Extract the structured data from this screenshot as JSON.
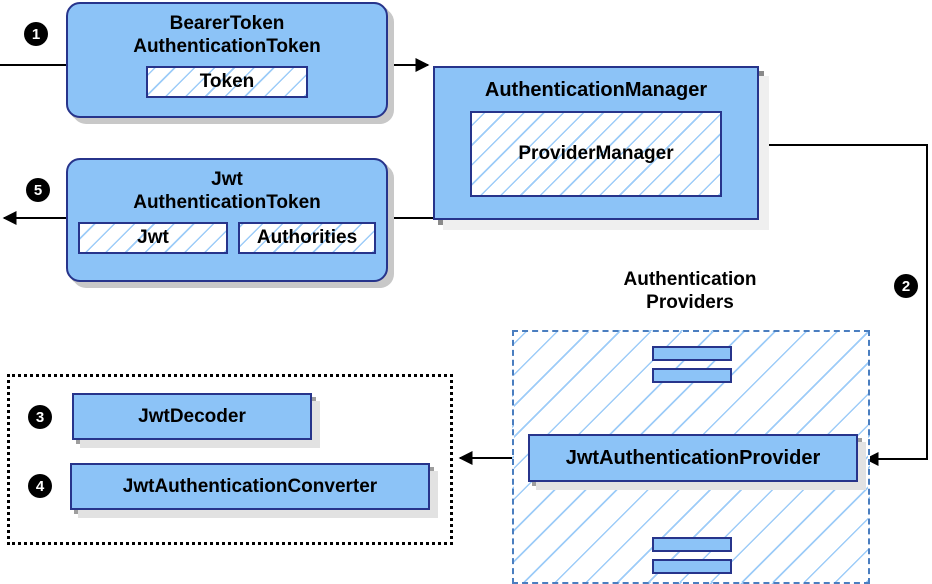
{
  "diagram": {
    "title": "Spring Security JWT Bearer Token Authentication Flow",
    "colors": {
      "box_fill": "#8CC3F7",
      "box_border": "#27348B",
      "shadow": "#9e9e9e",
      "hatch_line": "#8CC3F7",
      "dashed_border": "#4a7ec0",
      "dotted_border": "#000000",
      "arrow": "#000000"
    }
  },
  "steps": [
    {
      "number": "1",
      "glyph": "❶"
    },
    {
      "number": "2",
      "glyph": "❷"
    },
    {
      "number": "3",
      "glyph": "❸"
    },
    {
      "number": "4",
      "glyph": "❹"
    },
    {
      "number": "5",
      "glyph": "❺"
    }
  ],
  "nodes": {
    "bearer_token": {
      "title": "BearerToken\nAuthenticationToken",
      "fields": [
        {
          "label": "Token"
        }
      ]
    },
    "jwt_token": {
      "title": "Jwt\nAuthenticationToken",
      "fields": [
        {
          "label": "Jwt"
        },
        {
          "label": "Authorities"
        }
      ]
    },
    "authentication_manager": {
      "title": "AuthenticationManager",
      "inner": "ProviderManager"
    },
    "authentication_providers": {
      "caption": "Authentication\nProviders",
      "provider": "JwtAuthenticationProvider",
      "other_providers_top": [
        "",
        ""
      ],
      "other_providers_bottom": [
        "",
        ""
      ]
    },
    "jwt_support": {
      "decoder": "JwtDecoder",
      "converter": "JwtAuthenticationConverter"
    }
  }
}
